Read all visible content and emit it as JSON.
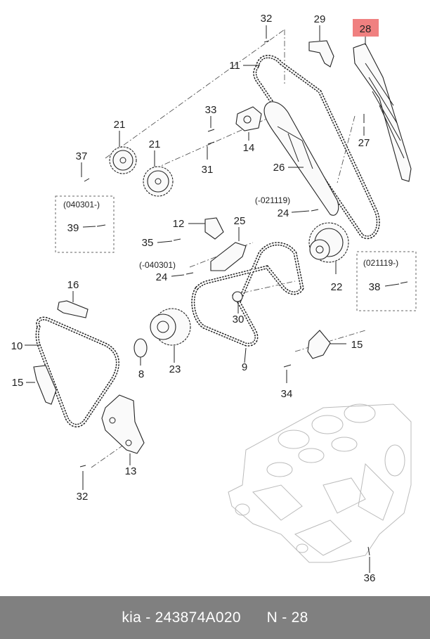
{
  "highlight": {
    "label": "28",
    "color": "#f08080"
  },
  "callouts": {
    "c32_top": "32",
    "c29": "29",
    "c11": "11",
    "c33": "33",
    "c14": "14",
    "c21a": "21",
    "c21b": "21",
    "c31": "31",
    "c37": "37",
    "c27": "27",
    "c26": "26",
    "c24a": "24",
    "c12": "12",
    "c25": "25",
    "c35": "35",
    "c24b": "24",
    "c22": "22",
    "c38": "38",
    "c39": "39",
    "c16": "16",
    "c30": "30",
    "c10": "10",
    "c15a": "15",
    "c15b": "15",
    "c8": "8",
    "c23": "23",
    "c9": "9",
    "c34": "34",
    "c13": "13",
    "c32_bottom": "32",
    "c36": "36"
  },
  "date_notes": {
    "n040301_box": "(040301-)",
    "n021119": "(-021119)",
    "n040301_minus": "(-040301)",
    "n021119_box": "(021119-)"
  },
  "footer": {
    "text": "kia - 243874A020      N - 28"
  }
}
